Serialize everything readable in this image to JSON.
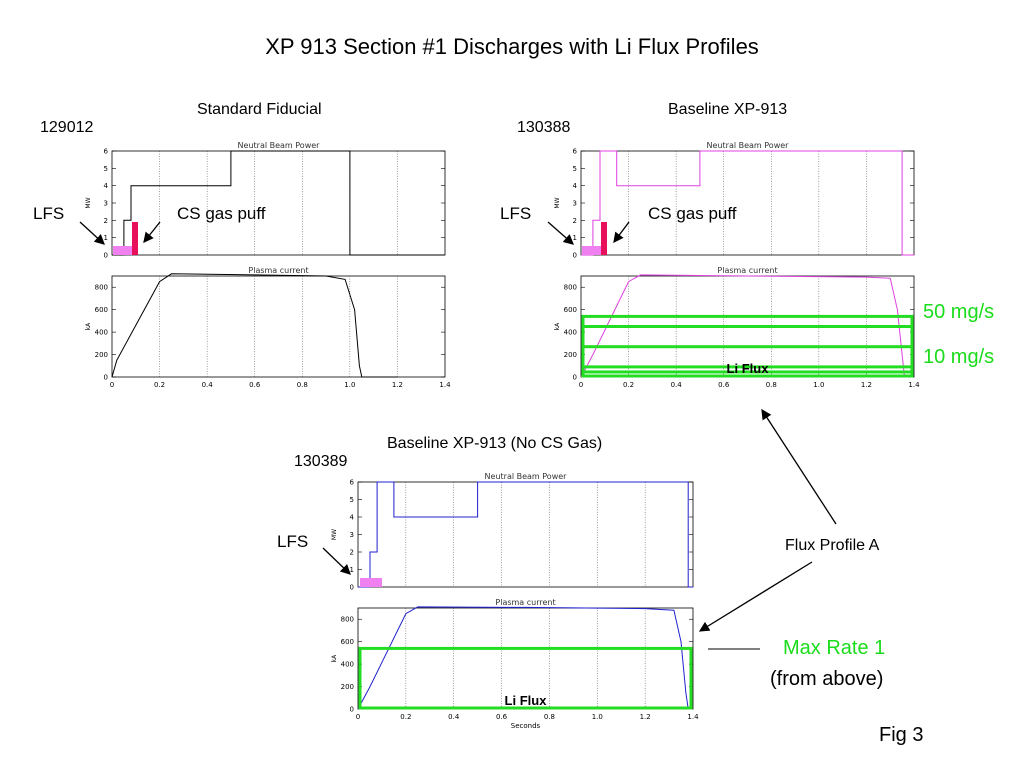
{
  "title": "XP 913 Section #1 Discharges with Li Flux Profiles",
  "fig_label": "Fig 3",
  "annotations": {
    "lfs": "LFS",
    "cs_gas_puff": "CS gas puff",
    "li_flux": "Li Flux",
    "rate_50": "50 mg/s",
    "rate_10": "10 mg/s",
    "flux_profile": "Flux Profile A",
    "max_rate_line1": "Max Rate 1",
    "max_rate_line2": "(from above)"
  },
  "colors": {
    "shot_129012": "#000000",
    "shot_130388": "#e040e0",
    "shot_130389": "#2020d0",
    "li_flux_box": "#22dd22",
    "lfs_bar": "#f080f0",
    "cs_puff_bar": "#e8105a"
  },
  "panels": [
    {
      "id": "p129012",
      "heading": "Standard Fiducial",
      "shot": "129012"
    },
    {
      "id": "p130388",
      "heading": "Baseline XP-913",
      "shot": "130388"
    },
    {
      "id": "p130389",
      "heading": "Baseline XP-913 (No CS Gas)",
      "shot": "130389"
    }
  ],
  "chart_data": [
    {
      "type": "line",
      "shot": "129012",
      "title": "Neutral Beam Power",
      "ylabel": "MW",
      "xlim": [
        0,
        1.4
      ],
      "ylim": [
        0,
        6
      ],
      "y_ticks": [
        0,
        1,
        2,
        3,
        4,
        5,
        6
      ],
      "x_gridlines": [
        0.2,
        0.4,
        0.6,
        0.8,
        1.0,
        1.2
      ],
      "series": [
        {
          "x": [
            0,
            0.05,
            0.05,
            0.08,
            0.08,
            0.1,
            0.1,
            0.5,
            0.5,
            1.0,
            1.0,
            1.4
          ],
          "y": [
            0,
            0,
            2,
            2,
            4,
            4,
            4,
            4,
            6,
            6,
            0,
            0
          ]
        }
      ]
    },
    {
      "type": "line",
      "shot": "129012",
      "title": "Plasma current",
      "ylabel": "kA",
      "xlim": [
        0,
        1.4
      ],
      "ylim": [
        0,
        900
      ],
      "y_ticks": [
        0,
        200,
        400,
        600,
        800
      ],
      "x_ticks": [
        "0",
        "0.2",
        "0.4",
        "0.6",
        "0.8",
        "1.0",
        "1.2",
        "1.4"
      ],
      "series": [
        {
          "x": [
            0,
            0.02,
            0.2,
            0.25,
            0.6,
            0.9,
            0.98,
            1.02,
            1.04,
            1.05,
            1.2
          ],
          "y": [
            0,
            150,
            850,
            920,
            910,
            900,
            870,
            600,
            100,
            0,
            0
          ]
        }
      ]
    },
    {
      "type": "line",
      "shot": "130388",
      "title": "Neutral Beam Power",
      "ylabel": "MW",
      "xlim": [
        0,
        1.4
      ],
      "ylim": [
        0,
        6
      ],
      "y_ticks": [
        0,
        1,
        2,
        3,
        4,
        5,
        6
      ],
      "x_gridlines": [
        0.2,
        0.4,
        0.6,
        0.8,
        1.0,
        1.2
      ],
      "series": [
        {
          "x": [
            0,
            0.05,
            0.05,
            0.08,
            0.08,
            0.15,
            0.15,
            0.5,
            0.5,
            1.35,
            1.35,
            1.4
          ],
          "y": [
            0,
            0,
            2,
            2,
            6,
            6,
            4,
            4,
            6,
            6,
            0,
            0
          ]
        }
      ]
    },
    {
      "type": "line",
      "shot": "130388",
      "title": "Plasma current",
      "ylabel": "kA",
      "xlim": [
        0,
        1.4
      ],
      "ylim": [
        0,
        900
      ],
      "y_ticks": [
        0,
        200,
        400,
        600,
        800
      ],
      "x_ticks": [
        "0",
        "0.2",
        "0.4",
        "0.6",
        "0.8",
        "1.0",
        "1.2",
        "1.4"
      ],
      "series": [
        {
          "x": [
            0,
            0.05,
            0.2,
            0.25,
            0.7,
            1.2,
            1.3,
            1.33,
            1.35,
            1.36
          ],
          "y": [
            0,
            200,
            850,
            910,
            900,
            890,
            880,
            600,
            200,
            0
          ]
        }
      ],
      "li_flux_levels": [
        0.05,
        0.1,
        0.3,
        0.5,
        0.6
      ]
    },
    {
      "type": "line",
      "shot": "130389",
      "title": "Neutral Beam Power",
      "ylabel": "MW",
      "xlim": [
        0,
        1.4
      ],
      "ylim": [
        0,
        6
      ],
      "y_ticks": [
        0,
        1,
        2,
        3,
        4,
        5,
        6
      ],
      "x_gridlines": [
        0.2,
        0.4,
        0.6,
        0.8,
        1.0,
        1.2
      ],
      "series": [
        {
          "x": [
            0,
            0.05,
            0.05,
            0.08,
            0.08,
            0.15,
            0.15,
            0.5,
            0.5,
            1.38,
            1.38,
            1.4
          ],
          "y": [
            0,
            0,
            2,
            2,
            6,
            6,
            4,
            4,
            6,
            6,
            0,
            0
          ]
        }
      ]
    },
    {
      "type": "line",
      "shot": "130389",
      "title": "Plasma current",
      "ylabel": "kA",
      "xlabel": "Seconds",
      "xlim": [
        0,
        1.4
      ],
      "ylim": [
        0,
        900
      ],
      "y_ticks": [
        0,
        200,
        400,
        600,
        800
      ],
      "x_ticks": [
        "0",
        "0.2",
        "0.4",
        "0.6",
        "0.8",
        "1.0",
        "1.2",
        "1.4"
      ],
      "series": [
        {
          "x": [
            0,
            0.05,
            0.2,
            0.25,
            0.7,
            1.2,
            1.32,
            1.35,
            1.37,
            1.38
          ],
          "y": [
            0,
            200,
            850,
            910,
            905,
            895,
            880,
            600,
            150,
            0
          ]
        }
      ],
      "li_flux_levels": [
        0.6
      ]
    }
  ]
}
